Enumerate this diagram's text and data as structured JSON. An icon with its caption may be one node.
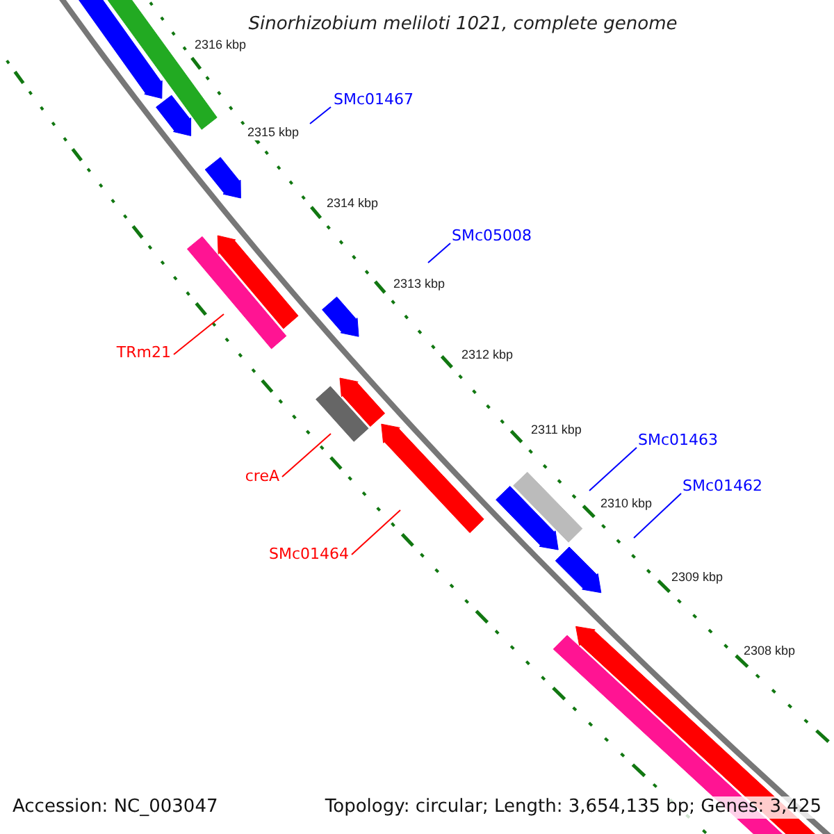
{
  "diagram": {
    "title": "Sinorhizobium meliloti 1021, complete genome",
    "nodes": [
      {
        "text": [
          "SMc01467"
        ]
      },
      {
        "text": [
          "SMc05008"
        ]
      },
      {
        "text": [
          "TRm21"
        ]
      },
      {
        "text": [
          "creA"
        ]
      },
      {
        "text": [
          "SMc01463"
        ]
      },
      {
        "text": [
          "SMc01462"
        ]
      },
      {
        "text": [
          "SMc01464"
        ]
      }
    ],
    "edges": [
      {
        "from": 0,
        "to": null,
        "arrow": "none",
        "color": "#0000ff"
      },
      {
        "from": 1,
        "to": null,
        "arrow": "none",
        "color": "#0000ff"
      },
      {
        "from": 2,
        "to": null,
        "arrow": "none",
        "color": "#ff0000"
      },
      {
        "from": 3,
        "to": null,
        "arrow": "none",
        "color": "#ff0000"
      },
      {
        "from": 4,
        "to": null,
        "arrow": "none",
        "color": "#0000ff"
      },
      {
        "from": 5,
        "to": null,
        "arrow": "none",
        "color": "#0000ff"
      },
      {
        "from": 6,
        "to": null,
        "arrow": "none",
        "color": "#ff0000"
      }
    ],
    "labels": [
      "2316 kbp",
      "2315 kbp",
      "2314 kbp",
      "2313 kbp",
      "2312 kbp",
      "2311 kbp",
      "2310 kbp",
      "2309 kbp",
      "2308 kbp",
      "Accession: NC_003047",
      "Topology: circular; Length: 3,654,135 bp; Genes: 3,425"
    ]
  }
}
